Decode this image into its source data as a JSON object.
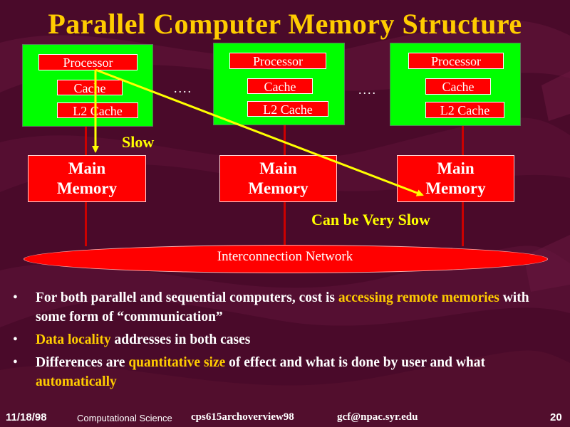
{
  "title": "Parallel Computer Memory Structure",
  "nodes": [
    {
      "processor": "Processor",
      "cache": "Cache",
      "l2": "L2 Cache",
      "memory_line1": "Main",
      "memory_line2": "Memory"
    },
    {
      "processor": "Processor",
      "cache": "Cache",
      "l2": "L2 Cache",
      "memory_line1": "Main",
      "memory_line2": "Memory"
    },
    {
      "processor": "Processor",
      "cache": "Cache",
      "l2": "L2 Cache",
      "memory_line1": "Main",
      "memory_line2": "Memory"
    }
  ],
  "ellipsis": "....",
  "labels": {
    "slow": "Slow",
    "very_slow": "Can be Very Slow"
  },
  "network": "Interconnection Network",
  "bullet_marker": "•",
  "bullets": [
    {
      "pre": "For both parallel and sequential computers, cost is ",
      "hl": "accessing remote memories",
      "post": " with some form of “communication”"
    },
    {
      "pre": "",
      "hl": "Data locality",
      "post": " addresses in both cases"
    },
    {
      "pre": "Differences are ",
      "hl": "quantitative size",
      "mid": " of effect and what is done by user and what ",
      "hl2": "automatically",
      "post": ""
    }
  ],
  "footer": {
    "date": "11/18/98",
    "course": "Computational Science",
    "file": "cps615archoverview98",
    "email": "gcf@npac.syr.edu",
    "page": "20"
  },
  "colors": {
    "background": "#4a0a2a",
    "title": "#ffcc00",
    "highlight": "#ffcc00",
    "node": "#00ff00",
    "chip": "#ff0000",
    "arrow": "#ffff00"
  }
}
